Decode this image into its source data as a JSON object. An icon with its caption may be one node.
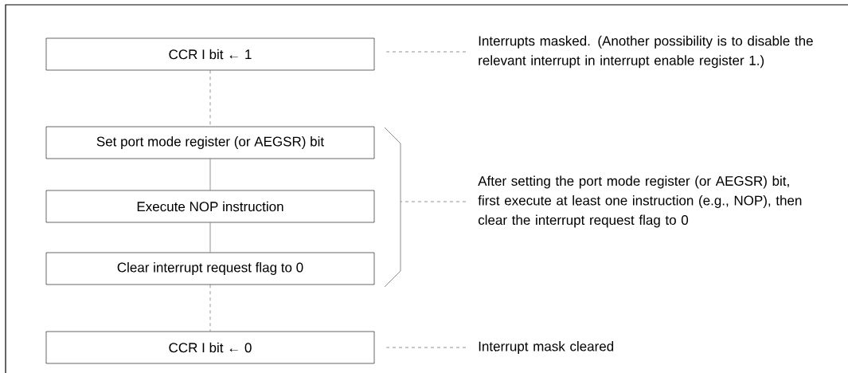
{
  "diagram": {
    "nodes": [
      {
        "text": [
          "CCR I bit ← 1"
        ]
      },
      {
        "text": [
          "Interrupts masked.  (Another possibility is to disable the relevant interrupt in interrupt enable register 1.)"
        ]
      },
      {
        "text": [
          "Set port mode register (or AEGSR) bit"
        ]
      },
      {
        "text": [
          "Execute NOP instruction"
        ]
      },
      {
        "text": [
          "Clear interrupt request flag to 0"
        ]
      },
      {
        "text": [],
        "shape": "bracket"
      },
      {
        "text": [
          "After setting the port mode register (or AEGSR) bit, first execute at least one instruction (e.g., NOP), then clear the interrupt request flag to 0"
        ]
      },
      {
        "text": [
          "CCR I bit ← 0"
        ]
      },
      {
        "text": [
          "Interrupt mask cleared"
        ]
      }
    ],
    "edges": [
      {
        "from": 0,
        "to": 2,
        "arrow": "none",
        "style": "dashed"
      },
      {
        "from": 2,
        "to": 3,
        "arrow": "none"
      },
      {
        "from": 3,
        "to": 4,
        "arrow": "none"
      },
      {
        "from": 4,
        "to": 7,
        "arrow": "none",
        "style": "dashed"
      },
      {
        "from": 1,
        "to": 0,
        "arrow": "none",
        "style": "dashed"
      },
      {
        "from": 6,
        "to": 5,
        "arrow": "none",
        "style": "dashed"
      },
      {
        "from": 8,
        "to": 7,
        "arrow": "none",
        "style": "dashed"
      }
    ]
  }
}
